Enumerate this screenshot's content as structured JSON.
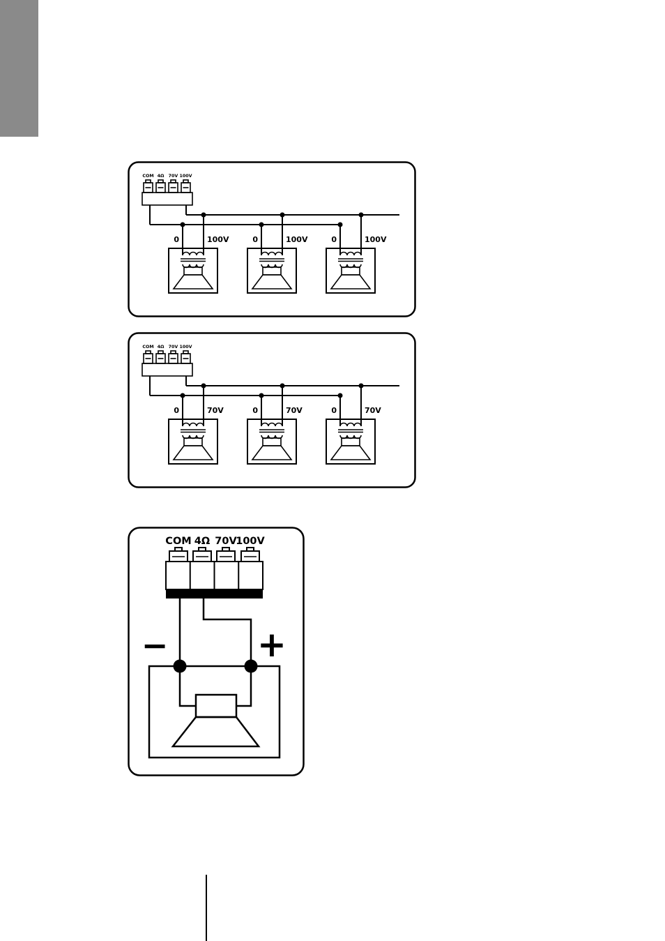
{
  "colors": {
    "tab_gray": "#8a8a8a",
    "ink": "#000000",
    "paper": "#ffffff"
  },
  "diagram_100v_line": {
    "terminal_labels": {
      "com": "COM",
      "ohm": "4Ω",
      "v70": "70V",
      "v100": "100V"
    },
    "speakers": [
      {
        "tap_common": "0",
        "tap_voltage": "100V"
      },
      {
        "tap_common": "0",
        "tap_voltage": "100V"
      },
      {
        "tap_common": "0",
        "tap_voltage": "100V"
      }
    ]
  },
  "diagram_70v_line": {
    "terminal_labels": {
      "com": "COM",
      "ohm": "4Ω",
      "v70": "70V",
      "v100": "100V"
    },
    "speakers": [
      {
        "tap_common": "0",
        "tap_voltage": "70V"
      },
      {
        "tap_common": "0",
        "tap_voltage": "70V"
      },
      {
        "tap_common": "0",
        "tap_voltage": "70V"
      }
    ]
  },
  "diagram_low_impedance": {
    "terminal_labels": {
      "com": "COM",
      "ohm": "4Ω",
      "v70": "70V",
      "v100": "100V"
    },
    "polarity": {
      "minus": "−",
      "plus": "+"
    }
  }
}
